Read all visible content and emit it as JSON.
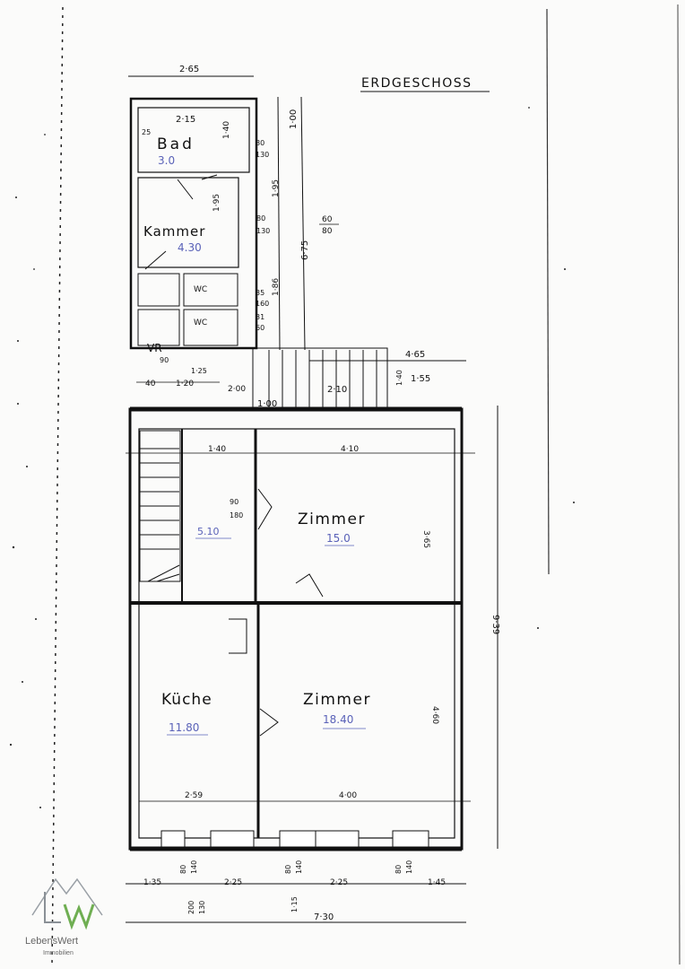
{
  "title": "ERDGESCHOSS",
  "rooms": [
    {
      "id": "bad",
      "name": "Bad",
      "area": "3.0"
    },
    {
      "id": "kammer",
      "name": "Kammer",
      "area": "4.30"
    },
    {
      "id": "wc1",
      "name": "WC",
      "area": ""
    },
    {
      "id": "wc2",
      "name": "WC",
      "area": ""
    },
    {
      "id": "vr",
      "name": "VR",
      "area": ""
    },
    {
      "id": "hall",
      "name": "",
      "area": "5.10"
    },
    {
      "id": "zimmer1",
      "name": "Zimmer",
      "area": "15.0"
    },
    {
      "id": "kueche",
      "name": "Küche",
      "area": "11.80"
    },
    {
      "id": "zimmer2",
      "name": "Zimmer",
      "area": "18.40"
    }
  ],
  "dimensions": {
    "top_width": "2·65",
    "bad_inner": "2·15",
    "bad_height": "1·40",
    "bad_label_25": "25",
    "bad_window": "80",
    "bad_window2": "130",
    "right_100": "1·00",
    "kammer_h": "1·95",
    "kammer_window": "80",
    "kammer_window2": "130",
    "right_186": "1·86",
    "total_675": "6·75",
    "stairs_60": "60",
    "stairs_80": "80",
    "wc_35": "35",
    "wc_160": "160",
    "wc_31": "31",
    "wc_60": "60",
    "total_465": "4·65",
    "stair_155": "1·55",
    "stair_210": "2·10",
    "stair_100": "1·00",
    "stair_140": "1·40",
    "vr_90": "90",
    "vr_125": "1·25",
    "vr_40": "40",
    "vr_120": "1·20",
    "vr_200": "2·00",
    "hall_140": "1·40",
    "hall_410": "4·10",
    "door_90": "90",
    "door_180": "180",
    "zimmer1_h": "3·65",
    "total_h": "9·39",
    "kueche_w": "2·59",
    "zimmer2_w": "4·00",
    "zimmer2_h": "4·60",
    "bottom_135": "1·35",
    "bottom_225a": "2·25",
    "bottom_225b": "2·25",
    "bottom_145": "1·45",
    "bottom_total": "7·30",
    "win_80": "80",
    "win_140": "140",
    "win_200": "200",
    "win_130": "130",
    "win_115": "1·15"
  },
  "logo": {
    "brand": "LebensWert",
    "sub": "Immobilien",
    "mark": "LW"
  }
}
